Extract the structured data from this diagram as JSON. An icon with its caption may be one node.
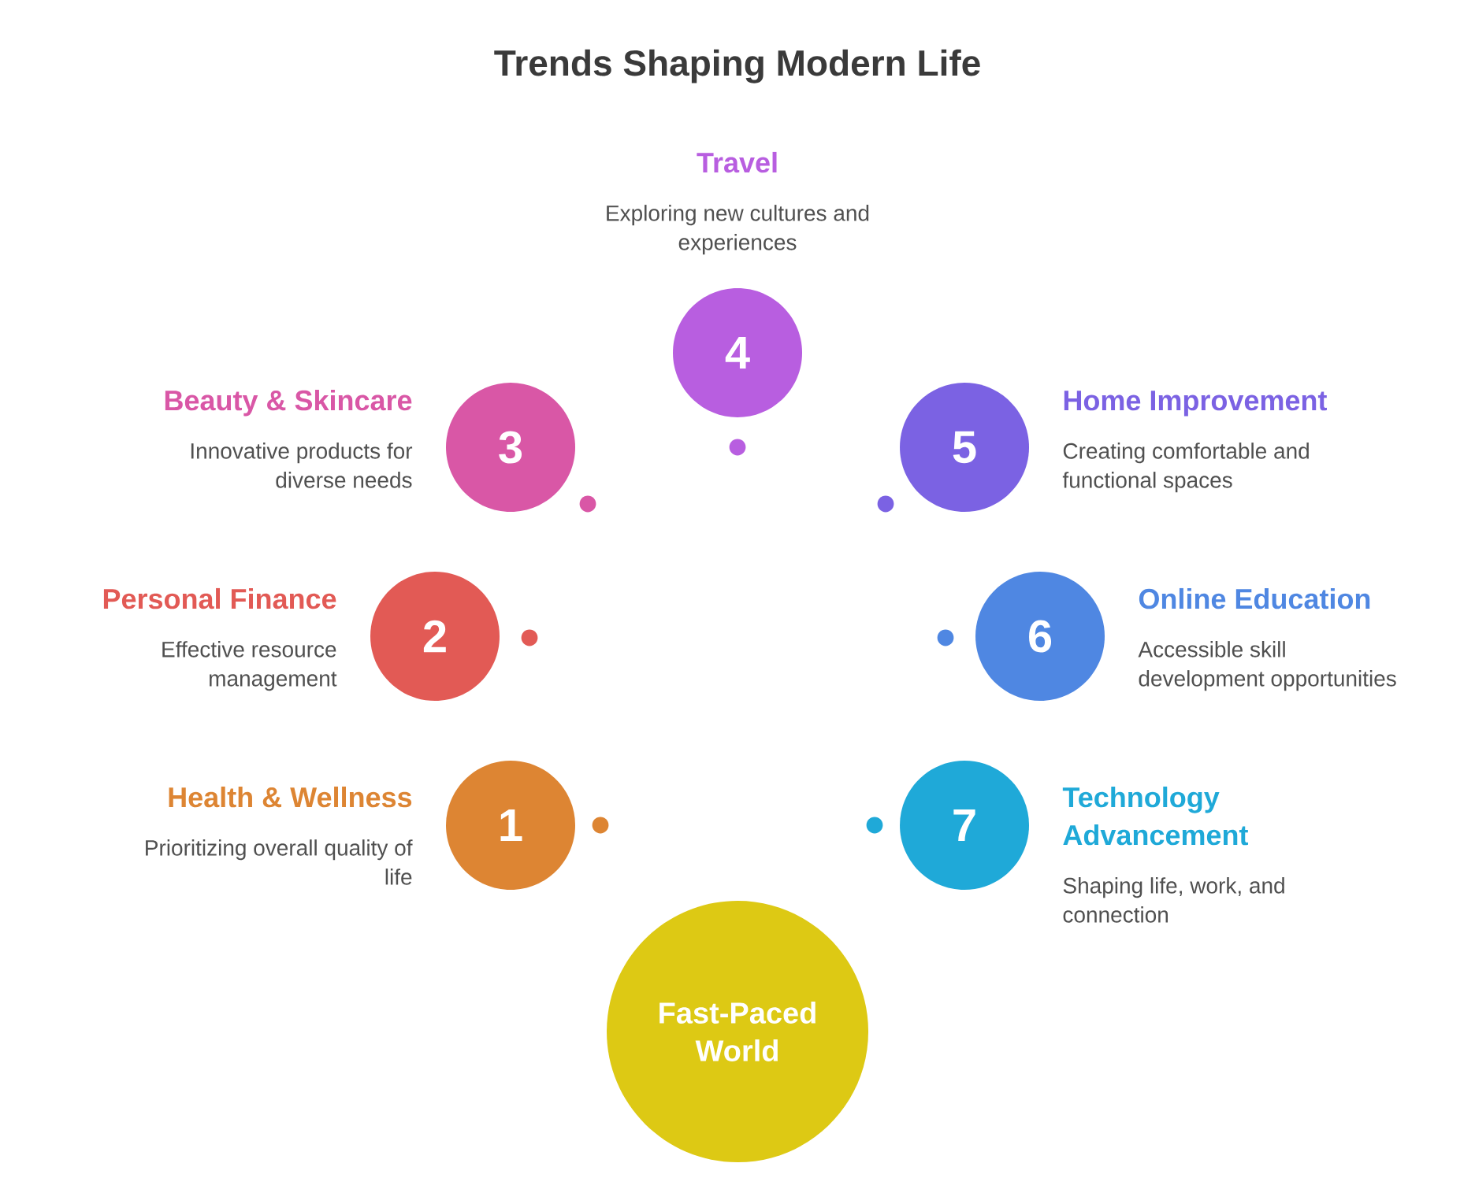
{
  "diagram": {
    "title": "Trends Shaping Modern Life",
    "nodes": [
      {
        "text": [
          "1"
        ],
        "beside": [
          "Health & Wellness",
          "Prioritizing overall quality of life"
        ]
      },
      {
        "text": [
          "2"
        ],
        "beside": [
          "Personal Finance",
          "Effective resource management"
        ]
      },
      {
        "text": [
          "3"
        ],
        "beside": [
          "Beauty & Skincare",
          "Innovative products for diverse needs"
        ]
      },
      {
        "text": [
          "4"
        ],
        "beside": [
          "Travel",
          "Exploring new cultures and experiences"
        ]
      },
      {
        "text": [
          "5"
        ],
        "beside": [
          "Home Improvement",
          "Creating comfortable and functional spaces"
        ]
      },
      {
        "text": [
          "6"
        ],
        "beside": [
          "Online Education",
          "Accessible skill development opportunities"
        ]
      },
      {
        "text": [
          "7"
        ],
        "beside": [
          "Technology Advancement",
          "Shaping life, work, and connection"
        ]
      },
      {
        "text": [
          "Fast-Paced World"
        ]
      }
    ]
  }
}
